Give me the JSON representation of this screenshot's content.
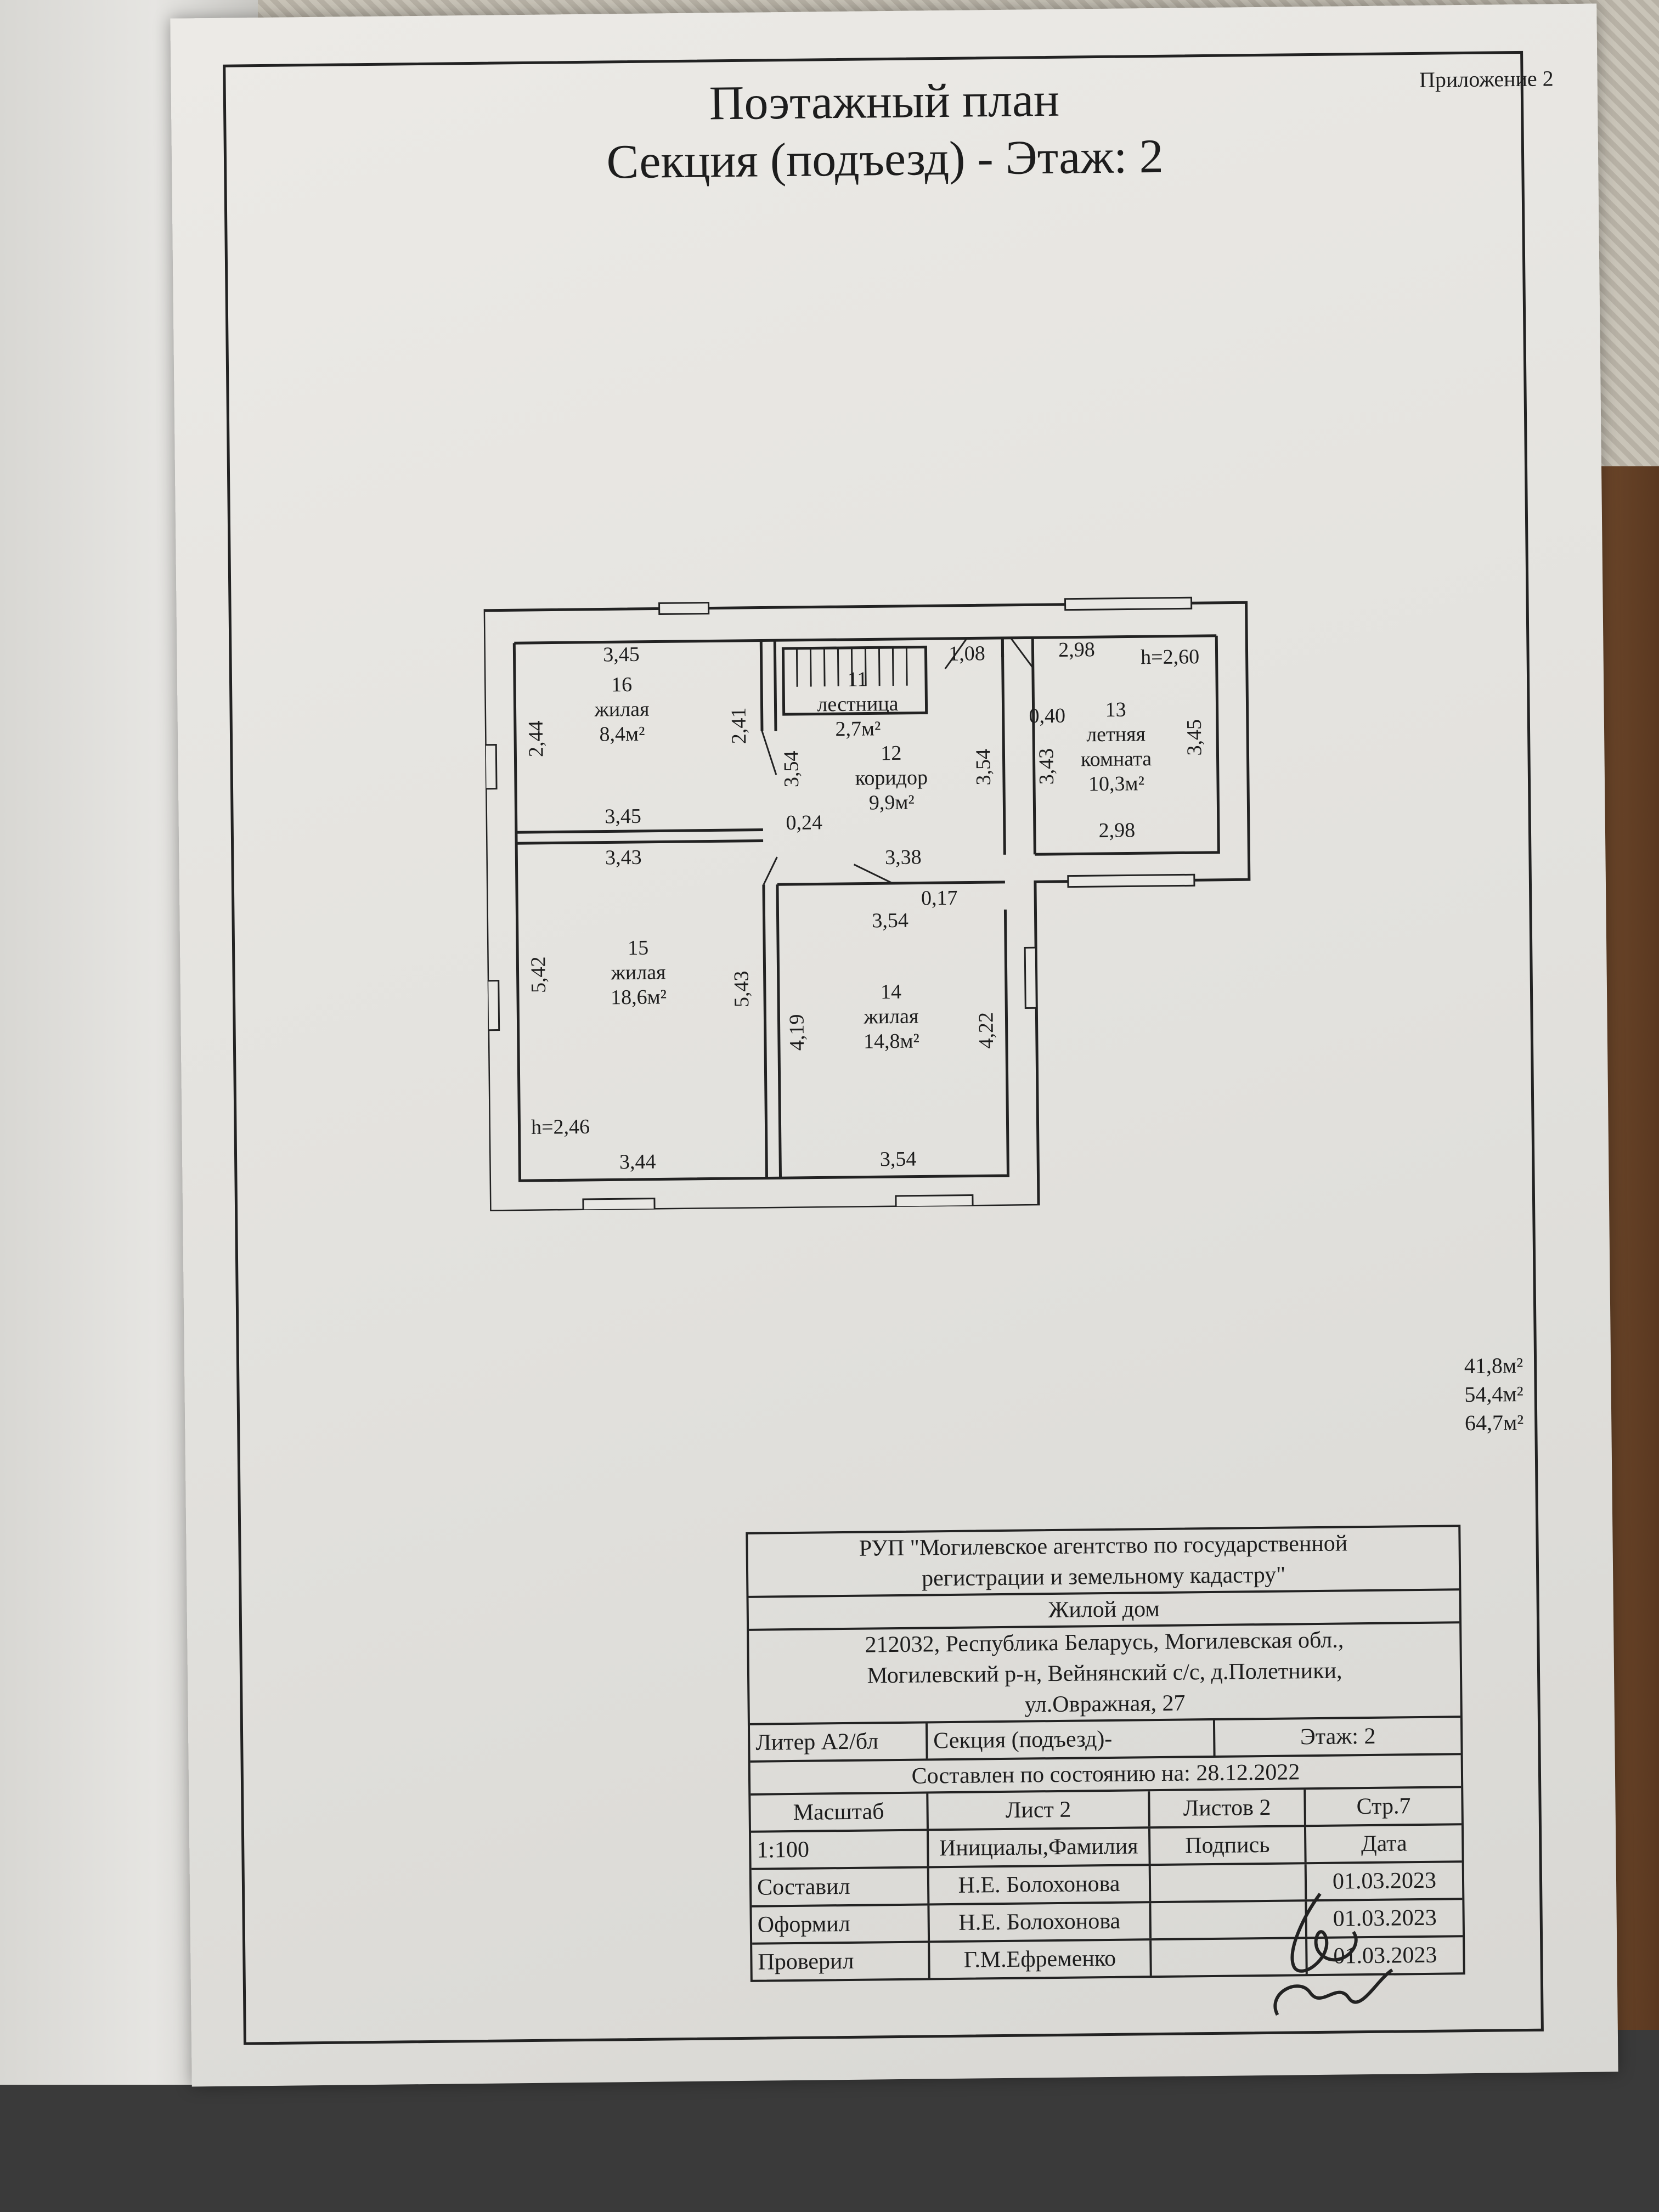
{
  "document": {
    "appendix": "Приложение 2",
    "title": "Поэтажный план",
    "subtitle": "Секция (подъезд) -   Этаж: 2"
  },
  "plan": {
    "rooms": [
      {
        "number": "16",
        "type": "жилая",
        "area": "8,4м²"
      },
      {
        "number": "11",
        "type": "лестница",
        "area": "2,7м²"
      },
      {
        "number": "12",
        "type": "коридор",
        "area": "9,9м²"
      },
      {
        "number": "13",
        "type": "летняя",
        "type2": "комната",
        "area": "10,3м²"
      },
      {
        "number": "15",
        "type": "жилая",
        "area": "18,6м²"
      },
      {
        "number": "14",
        "type": "жилая",
        "area": "14,8м²"
      }
    ],
    "dims": {
      "d16_top": "3,45",
      "d16_left": "2,44",
      "d16_right": "2,41",
      "d16_bottom": "3,45",
      "d15_top": "3,43",
      "d15_left": "5,42",
      "d15_right": "5,43",
      "d15_bottom": "3,44",
      "h_left": "h=2,46",
      "d11_top": "1,08",
      "d12_left": "3,54",
      "d12_right": "3,54",
      "d12_small": "0,24",
      "d12_bottom": "3,38",
      "d12_small2": "0,17",
      "d14_top": "3,54",
      "d14_left": "4,19",
      "d14_right": "4,22",
      "d14_bottom": "3,54",
      "d13_top": "2,98",
      "h_right": "h=2,60",
      "d13_small": "0,40",
      "d13_left": "3,43",
      "d13_right": "3,45",
      "d13_bottom": "2,98"
    }
  },
  "totals": [
    "41,8м²",
    "54,4м²",
    "64,7м²"
  ],
  "stamp": {
    "org_line1": "РУП \"Могилевское агентство по государственной",
    "org_line2": "регистрации и земельному кадастру\"",
    "object": "Жилой дом",
    "addr1": "212032, Республика Беларусь, Могилевская обл.,",
    "addr2": "Могилевский р-н, Вейнянский с/с, д.Полетники,",
    "addr3": "ул.Овражная, 27",
    "liter": "Литер А2/бл",
    "section": "Секция (подъезд)-",
    "floor": "Этаж: 2",
    "state": "Составлен по состоянию на:  28.12.2022",
    "scale_label": "Масштаб",
    "sheet": "Лист 2",
    "sheets": "Листов 2",
    "page": "Стр.7",
    "scale": "1:100",
    "col_names": "Инициалы,Фамилия",
    "col_sign": "Подпись",
    "col_date": "Дата",
    "people": [
      {
        "role": "Составил",
        "name": "Н.Е. Болохонова",
        "date": "01.03.2023"
      },
      {
        "role": "Оформил",
        "name": "Н.Е. Болохонова",
        "date": "01.03.2023"
      },
      {
        "role": "Проверил",
        "name": "Г.М.Ефременко",
        "date": "01.03.2023"
      }
    ]
  }
}
